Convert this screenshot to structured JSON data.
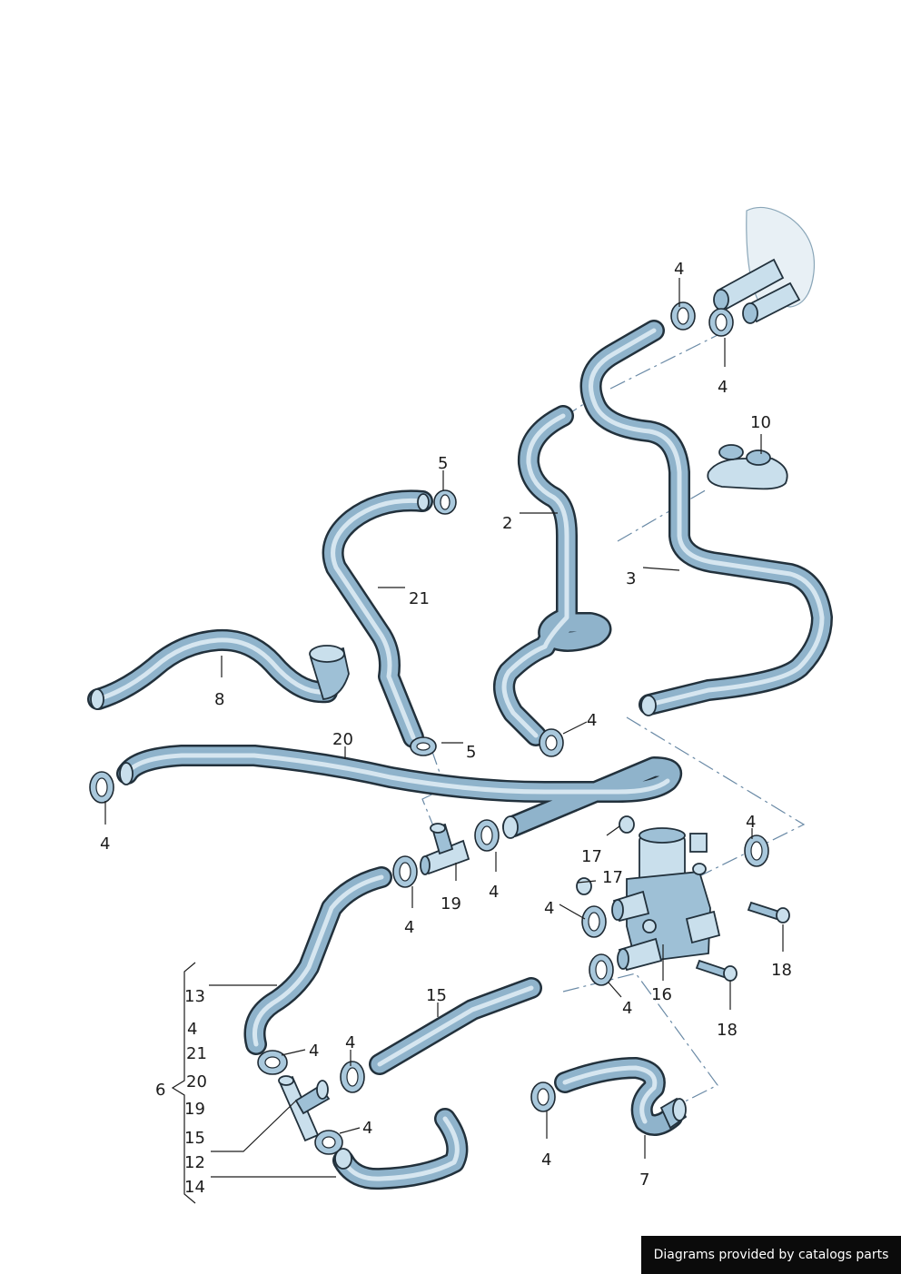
{
  "labels": {
    "l2": "2",
    "l3": "3",
    "l4_a": "4",
    "l4_b": "4",
    "l4_c": "4",
    "l4_d": "4",
    "l4_e": "4",
    "l4_f": "4",
    "l4_g": "4",
    "l4_h": "4",
    "l4_i": "4",
    "l4_j": "4",
    "l4_k": "4",
    "l4_l": "4",
    "l4_m": "4",
    "l4_n": "4",
    "l5_a": "5",
    "l5_b": "5",
    "l6": "6",
    "l7": "7",
    "l8": "8",
    "l10": "10",
    "l15": "15",
    "l16": "16",
    "l17_a": "17",
    "l17_b": "17",
    "l18_a": "18",
    "l18_b": "18",
    "l19": "19",
    "l20": "20",
    "l21": "21"
  },
  "bracket_group": {
    "label": "6",
    "items": [
      "13",
      "4",
      "21",
      "20",
      "19",
      "15",
      "12",
      "14"
    ]
  },
  "footer": {
    "text": "Diagrams provided by catalogs parts"
  }
}
